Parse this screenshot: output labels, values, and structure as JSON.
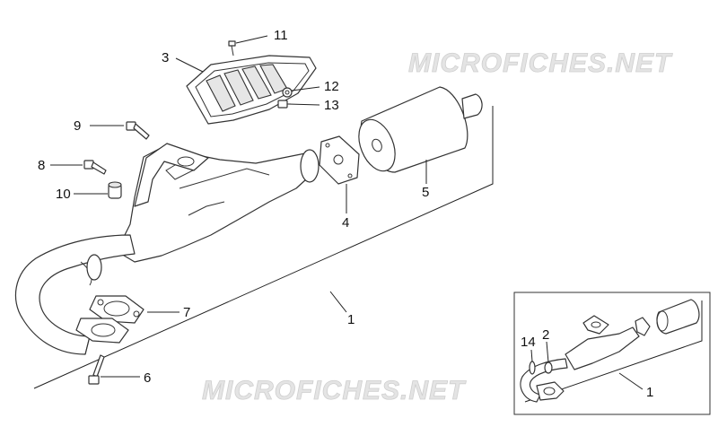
{
  "watermark": {
    "top": "MICROFICHES.NET",
    "bottom": "MICROFICHES.NET"
  },
  "callouts": {
    "main": [
      {
        "id": "c11",
        "text": "11"
      },
      {
        "id": "c3",
        "text": "3"
      },
      {
        "id": "c12",
        "text": "12"
      },
      {
        "id": "c13",
        "text": "13"
      },
      {
        "id": "c9",
        "text": "9"
      },
      {
        "id": "c8",
        "text": "8"
      },
      {
        "id": "c10",
        "text": "10"
      },
      {
        "id": "c5",
        "text": "5"
      },
      {
        "id": "c4",
        "text": "4"
      },
      {
        "id": "c1",
        "text": "1"
      },
      {
        "id": "c7",
        "text": "7"
      },
      {
        "id": "c6",
        "text": "6"
      }
    ],
    "inset": [
      {
        "id": "i2",
        "text": "2"
      },
      {
        "id": "i14",
        "text": "14"
      },
      {
        "id": "i1",
        "text": "1"
      }
    ]
  },
  "colors": {
    "line": "#333333",
    "part_fill": "#ffffff",
    "shade": "#e6e6e6",
    "watermark": "#e4e4e4"
  }
}
